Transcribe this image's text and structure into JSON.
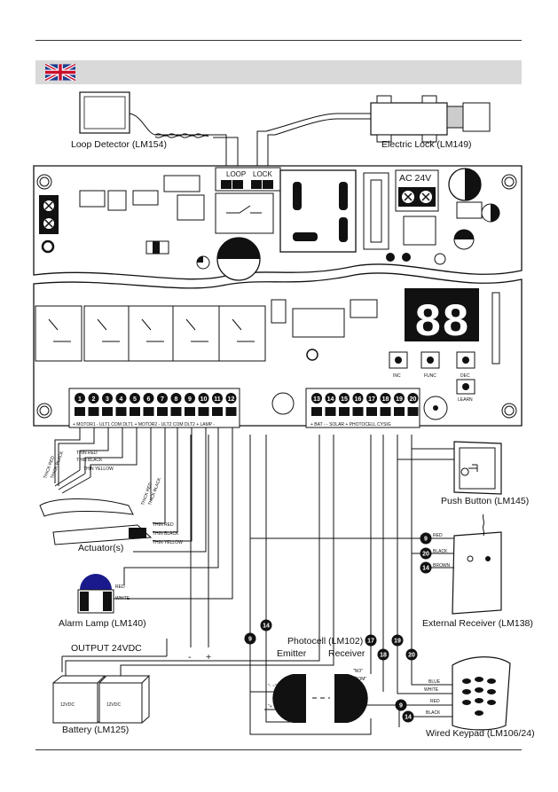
{
  "flag_icon": "uk-flag-icon",
  "labels": {
    "loop_detector": "Loop Detector (LM154)",
    "electric_lock": "Electric Lock (LM149)",
    "loop": "LOOP",
    "lock": "LOCK",
    "ac24v": "AC 24V",
    "push_button": "Push Button (LM145)",
    "actuators": "Actuator(s)",
    "external_receiver": "External Receiver (LM138)",
    "alarm_lamp": "Alarm Lamp (LM140)",
    "output": "OUTPUT 24VDC",
    "photocell": "Photocell (LM102)",
    "emitter": "Emitter",
    "receiver": "Receiver",
    "battery": "Battery (LM125)",
    "wired_keypad": "Wired Keypad (LM106/24)",
    "inc": "INC",
    "func": "FUNC",
    "dec": "DEC",
    "learn": "LEARN",
    "display": "88"
  },
  "terminals_left": [
    "1",
    "2",
    "3",
    "4",
    "5",
    "6",
    "7",
    "8",
    "9",
    "10",
    "11",
    "12"
  ],
  "terminals_right": [
    "13",
    "14",
    "15",
    "16",
    "17",
    "18",
    "19",
    "20"
  ],
  "terminal_labels_left": "+ MOTOR1 -   ULT1   COM  DLT1 + MOTOR2 -  ULT2   COM  DLT2   + LAMP -",
  "terminal_labels_right": "+  BAT  -   -  SOLAR  + PHOTOCELL    CYSIG",
  "wire_labels": {
    "thin_red": "THIN RED",
    "thin_black": "THIN BLACK",
    "thin_yellow": "THIN YELLOW",
    "thick_red": "THICK RED",
    "thick_black": "THICK BLACK",
    "red": "RED",
    "white": "WHITE",
    "black": "BLACK",
    "brown": "BROWN",
    "blue": "BLUE"
  },
  "output_minus": "-",
  "output_plus": "+",
  "battery_label": "12VDC",
  "photocell_contacts": [
    "\"NO\"",
    "\"COM\"",
    "\"NC\"",
    "\"+ ~\"",
    "\"- ~\""
  ],
  "emitter_contacts": [
    "\"- ~\"",
    "\"+ ~\""
  ],
  "badges": [
    "9",
    "20",
    "14",
    "14",
    "9",
    "17",
    "18",
    "19",
    "20",
    "9",
    "14"
  ]
}
